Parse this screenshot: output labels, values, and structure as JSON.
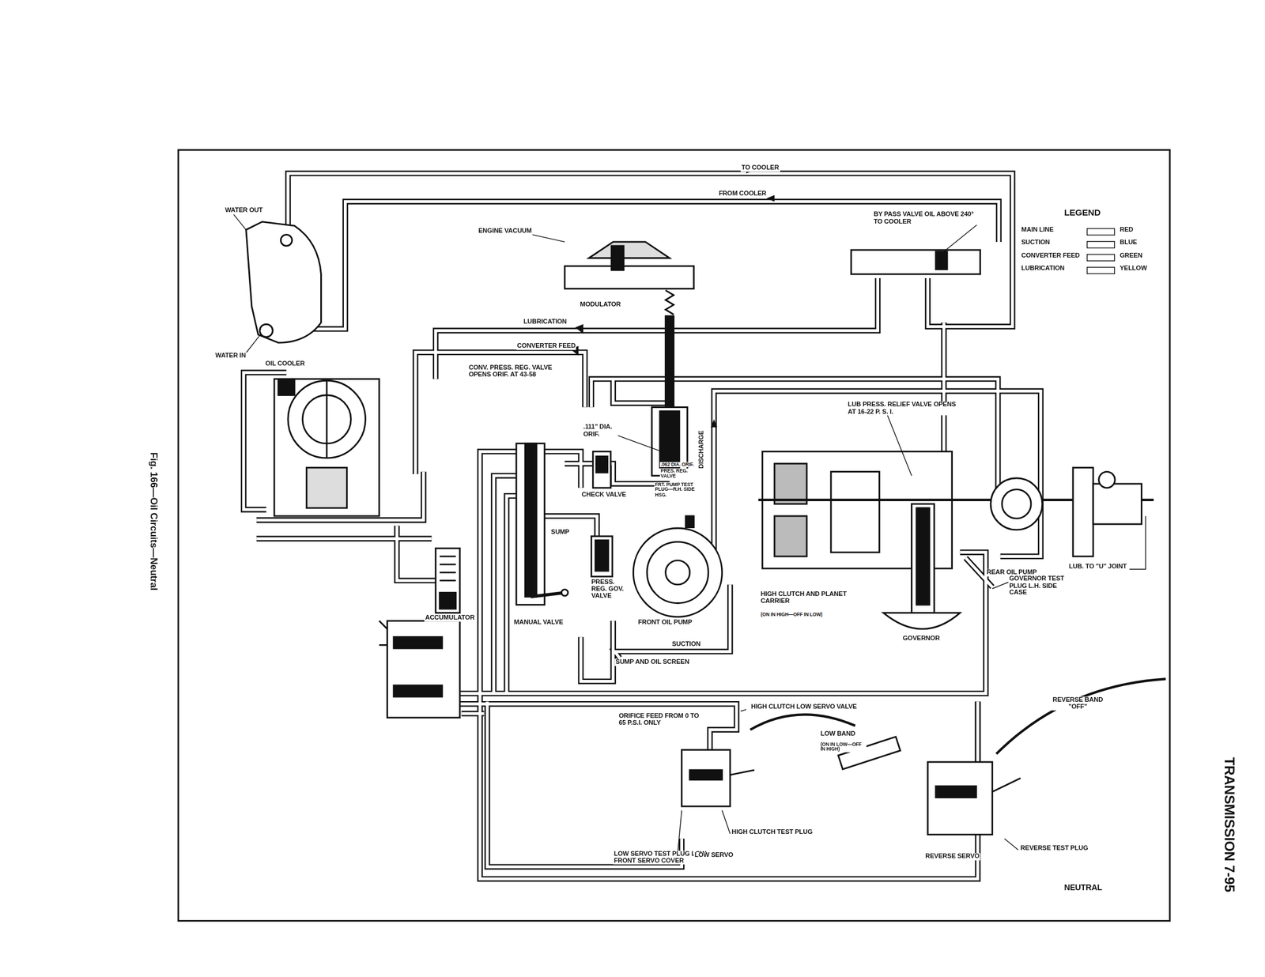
{
  "diagram": {
    "title": "TRANSMISSION 7-95",
    "caption": "Fig. 166—Oil Circuits—Neutral",
    "labels": [
      "TO COOLER",
      "FROM COOLER",
      "WATER OUT",
      "ENGINE VACUUM",
      "BY PASS VALVE OIL ABOVE 240° TO COOLER",
      "LEGEND",
      "RED",
      "BLUE",
      "GREEN",
      "YELLOW",
      "MODULATOR",
      "LUBRICATION",
      "WATER IN",
      "OIL COOLER",
      "CONVERTER FEED",
      "CONV. PRESS. REG. VALVE OPENS ORIF. AT 43-58",
      "LUB PRESS. RELIEF VALVE OPENS AT 16-22 P. S. I.",
      ".111\" DIA. ORIF.",
      "DISCHARGE",
      ".062 DIA. ORIF.",
      "PRES. REG. VALVE",
      "FRT. PUMP TEST PLUG—R.H. SIDE HSG.",
      "CHECK VALVE",
      "SUMP",
      "PRESS. REG. GOV. VALVE",
      "ACCUMULATOR",
      "MANUAL VALVE",
      "FRONT OIL PUMP",
      "HIGH CLUTCH AND PLANET CARRIER",
      "(ON IN HIGH—OFF IN LOW)",
      "REAR OIL PUMP",
      "LUB. TO \"U\" JOINT",
      "GOVERNOR TEST PLUG L.H. SIDE CASE",
      "GOVERNOR",
      "SUCTION",
      "SUMP AND OIL SCREEN",
      "HIGH CLUTCH LOW SERVO VALVE",
      "ORIFICE FEED FROM 0 TO 65 P.S.I. ONLY",
      "LOW BAND",
      "(ON IN LOW—OFF IN HIGH)",
      "REVERSE BAND \"OFF\"",
      "HIGH CLUTCH TEST PLUG",
      "LOW SERVO TEST PLUG LOW FRONT SERVO COVER",
      "LOW SERVO",
      "REVERSE SERVO",
      "REVERSE TEST PLUG",
      "NEUTRAL"
    ],
    "legend": [
      {
        "text": "MAIN LINE",
        "color": "#ffffff"
      },
      {
        "text": "SUCTION",
        "color": "#ffffff"
      },
      {
        "text": "CONVERTER FEED",
        "color": "#ffffff"
      },
      {
        "text": "LUBRICATION",
        "color": "#ffffff"
      }
    ]
  }
}
